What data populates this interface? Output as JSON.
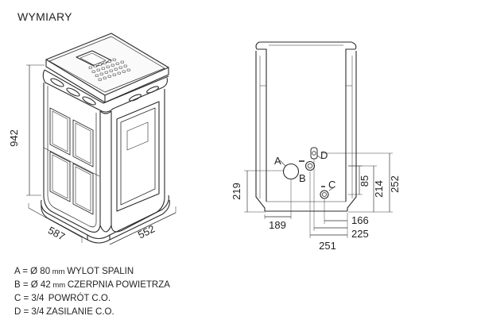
{
  "title": "WYMIARY",
  "stove_view": {
    "height": "942",
    "depth": "587",
    "width": "552"
  },
  "rear_view": {
    "markers": {
      "a": "A",
      "b": "B",
      "c": "C",
      "d": "D"
    },
    "dimensions": {
      "d219": "219",
      "d189": "189",
      "d251": "251",
      "d85": "85",
      "d214": "214",
      "d252": "252",
      "d166": "166",
      "d225": "225"
    }
  },
  "legend": [
    {
      "letter": "A = ",
      "size": "Ø 80",
      "unit": " mm ",
      "desc": "WYLOT SPALIN"
    },
    {
      "letter": "B = ",
      "size": "Ø 42",
      "unit": " mm ",
      "desc": "CZERPNIA POWIETRZA"
    },
    {
      "letter": "C = ",
      "size": "3/4",
      "unit": "  ",
      "desc": "POWRÓT C.O."
    },
    {
      "letter": "D = ",
      "size": "3/4",
      "unit": " ",
      "desc": "ZASILANIE C.O."
    }
  ]
}
